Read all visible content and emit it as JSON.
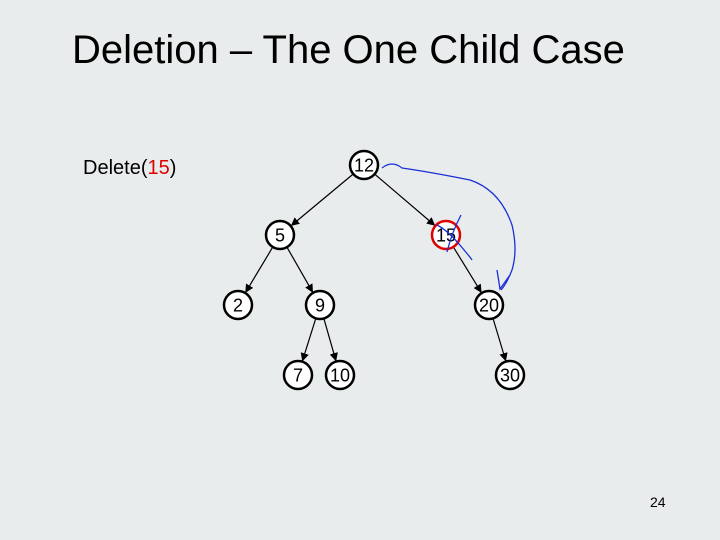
{
  "slide": {
    "title": "Deletion – The One Child Case",
    "delete_call": {
      "prefix": "Delete(",
      "argument": "15",
      "suffix": ")"
    },
    "page_number": "24"
  },
  "tree": {
    "nodes": [
      {
        "id": "n12",
        "label": "12"
      },
      {
        "id": "n5",
        "label": "5"
      },
      {
        "id": "n15",
        "label": "15",
        "deleted": true
      },
      {
        "id": "n2",
        "label": "2"
      },
      {
        "id": "n9",
        "label": "9"
      },
      {
        "id": "n20",
        "label": "20"
      },
      {
        "id": "n7",
        "label": "7"
      },
      {
        "id": "n10",
        "label": "10"
      },
      {
        "id": "n30",
        "label": "30"
      }
    ],
    "edges": [
      [
        "n12",
        "n5"
      ],
      [
        "n12",
        "n15"
      ],
      [
        "n5",
        "n2"
      ],
      [
        "n5",
        "n9"
      ],
      [
        "n15",
        "n20"
      ],
      [
        "n9",
        "n7"
      ],
      [
        "n9",
        "n10"
      ],
      [
        "n20",
        "n30"
      ]
    ]
  },
  "colors": {
    "background": "#e8ecec",
    "highlight_red": "#e00000",
    "annotation_blue": "#1a2fd8"
  }
}
